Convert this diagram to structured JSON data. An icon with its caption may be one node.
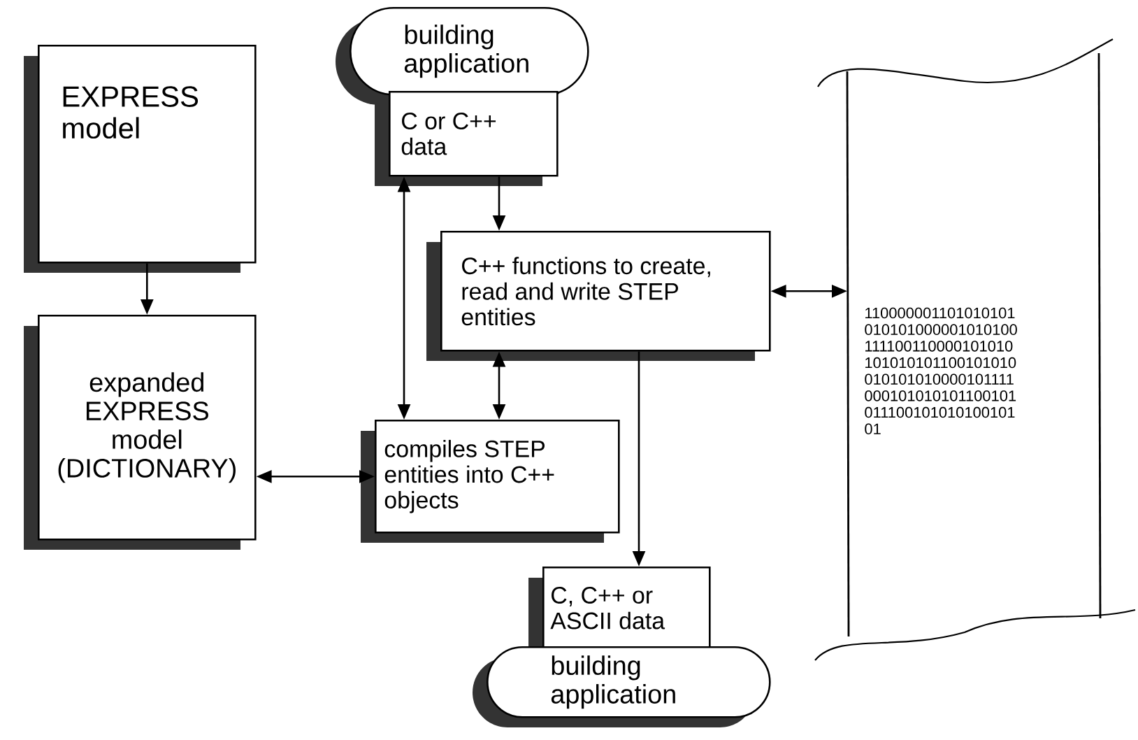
{
  "diagram": {
    "nodes": [
      {
        "text": [
          "EXPRESS model"
        ]
      },
      {
        "text": [
          "expanded EXPRESS model (DICTIONARY)"
        ]
      },
      {
        "text": [
          "building application"
        ]
      },
      {
        "text": [
          "C or C++ data"
        ]
      },
      {
        "text": [
          "C++ functions to create, read and write STEP entities"
        ]
      },
      {
        "text": [
          "compiles STEP entities into C++ objects"
        ]
      },
      {
        "text": [
          "C, C++ or ASCII data"
        ]
      },
      {
        "text": [
          "building application"
        ]
      },
      {
        "text": [
          "110000001101010101 010101000001010100 111100110000101010 101010101100101010 010101010000101111 000101010101100101 011100101010100101 01"
        ]
      }
    ],
    "edges": [
      {
        "from": 0,
        "to": 1,
        "arrow": "to"
      },
      {
        "from": 1,
        "to": 5,
        "arrow": "both"
      },
      {
        "from": 3,
        "to": 5,
        "arrow": "both"
      },
      {
        "from": 3,
        "to": 4,
        "arrow": "to"
      },
      {
        "from": 4,
        "to": 5,
        "arrow": "both"
      },
      {
        "from": 4,
        "to": 8,
        "arrow": "both"
      },
      {
        "from": 4,
        "to": 6,
        "arrow": "to"
      }
    ]
  }
}
